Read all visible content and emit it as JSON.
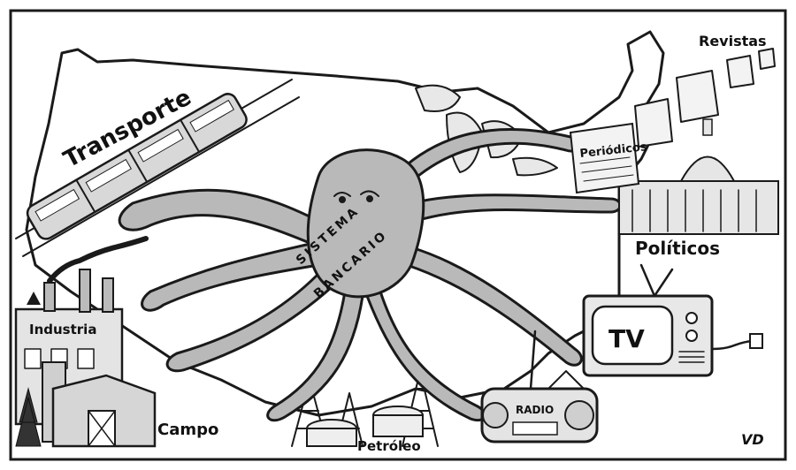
{
  "labels": {
    "transporte": "Transporte",
    "revistas": "Revistas",
    "periodicos": "Periódicos",
    "sistema": "SISTEMA",
    "bancario": "BANCARIO",
    "politicos": "Políticos",
    "industria": "Industria",
    "campo": "Campo",
    "petroleo": "Petróleo",
    "radio": "RADIO",
    "tv": "TV",
    "signature": "VD"
  }
}
